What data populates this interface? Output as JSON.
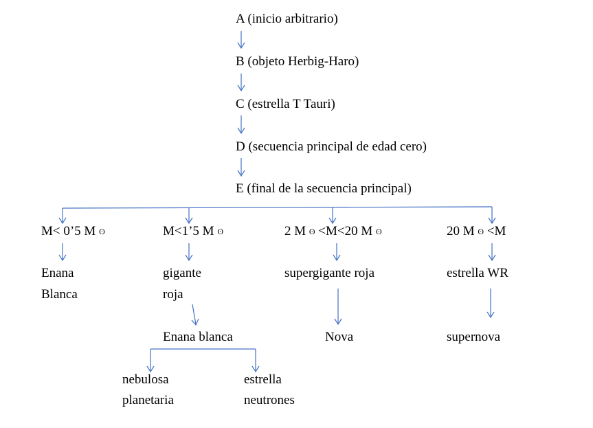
{
  "main_chain": {
    "a": "A (inicio arbitrario)",
    "b": "B (objeto Herbig-Haro)",
    "c": "C (estrella T Tauri)",
    "d": "D (secuencia principal de edad cero)",
    "e": "E (final de la secuencia principal)"
  },
  "sun_symbol": "ʘ",
  "branches": {
    "b1": {
      "condition": {
        "p1": "M< 0’5 M "
      },
      "result_line1": "Enana",
      "result_line2": "Blanca"
    },
    "b2": {
      "condition": {
        "p1": "M<1’5 M "
      },
      "result_line1": "gigante",
      "result_line2": "roja",
      "next": "Enana blanca",
      "end_left_line1": "nebulosa",
      "end_left_line2": "planetaria",
      "end_right_line1": "estrella",
      "end_right_line2": "neutrones"
    },
    "b3": {
      "condition": {
        "p1": "2 M ",
        "p2": " <M<20 M "
      },
      "result": "supergigante roja",
      "next": "Nova"
    },
    "b4": {
      "condition": {
        "p1": "20 M ",
        "p2": " <M"
      },
      "result": "estrella WR",
      "next": "supernova"
    }
  },
  "colors": {
    "arrow": "#4472C4",
    "text": "#000000"
  }
}
